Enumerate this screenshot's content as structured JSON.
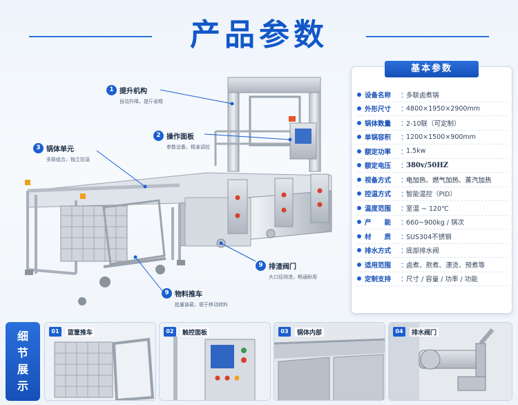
{
  "title": "产品参数",
  "callouts": [
    {
      "num": "1",
      "title": "提升机构",
      "desc": "自动升降，提斤省精"
    },
    {
      "num": "2",
      "title": "操作面板",
      "desc": "参数设备，精准调控"
    },
    {
      "num": "3",
      "title": "锅体单元",
      "desc": "多联组合，独立控温"
    },
    {
      "num": "9",
      "title": "排渣阀门",
      "desc": "大口径排渣，畅通耐用"
    },
    {
      "num": "9",
      "title": "物料推车",
      "desc": "批量装载，便于移动转料"
    }
  ],
  "params": {
    "header": "基本参数",
    "rows": [
      {
        "key": "设备名称",
        "value": "多联卤煮锅"
      },
      {
        "key": "外形尺寸",
        "value": "4800×1950×2900mm"
      },
      {
        "key": "锅体数量",
        "value": "2-10联（可定制）"
      },
      {
        "key": "单锅容积",
        "value": "1200×1500×900mm"
      },
      {
        "key": "额定功率",
        "value": "1.5kw"
      },
      {
        "key": "额定电压",
        "value": "380v/50HZ"
      },
      {
        "key": "视备方式",
        "value": "电加热、燃气加热、蒸汽加热"
      },
      {
        "key": "控温方式",
        "value": "智能温控（PID）"
      },
      {
        "key": "温度范围",
        "value": "室温 ~ 120℃"
      },
      {
        "key": "产　　能",
        "value": "660~900kg / 锅次"
      },
      {
        "key": "材　　质",
        "value": "SUS304不锈钢"
      },
      {
        "key": "排水方式",
        "value": "底部排水阀"
      },
      {
        "key": "适用范围",
        "value": "卤煮、熬煮、漂烫、预煮等"
      },
      {
        "key": "定制支持",
        "value": "尺寸 / 容量 / 功率 / 功能"
      }
    ]
  },
  "details": {
    "label_lines": [
      "细",
      "节",
      "展",
      "示"
    ],
    "cards": [
      {
        "num": "01",
        "title": "篮筐推车"
      },
      {
        "num": "02",
        "title": "触控面板"
      },
      {
        "num": "03",
        "title": "锅体内部"
      },
      {
        "num": "04",
        "title": "排水阀门"
      }
    ]
  },
  "colors": {
    "accent": "#1a5fd1",
    "title": "#1257c9",
    "steel": "#c8ced6"
  }
}
